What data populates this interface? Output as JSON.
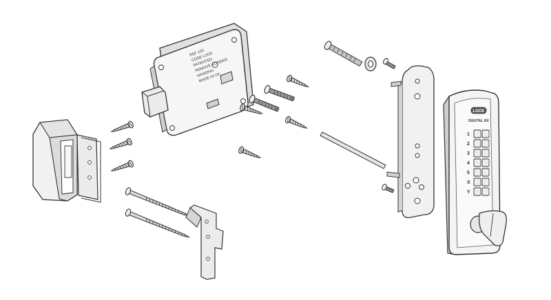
{
  "diagram": {
    "colors": {
      "stroke": "#333333",
      "fill_light": "#f4f4f4",
      "fill_mid": "#e2e2e2",
      "fill_dark": "#bdbdbd",
      "shadow": "#9a9a9a"
    },
    "lock_body": {
      "label_lines": [
        "REF 100",
        "CODE LOCK",
        "PATENTED",
        "REMOVE SCREWS",
        "HANDING",
        "MADE IN UK"
      ]
    },
    "keypad": {
      "brand": "LOCK",
      "model": "DIGITAL 8X",
      "keys": [
        "1",
        "2",
        "3",
        "4",
        "5",
        "X",
        "Y"
      ]
    },
    "icons": {
      "screw": "screw-icon",
      "bolt": "bolt-icon",
      "washer": "washer-icon"
    }
  }
}
